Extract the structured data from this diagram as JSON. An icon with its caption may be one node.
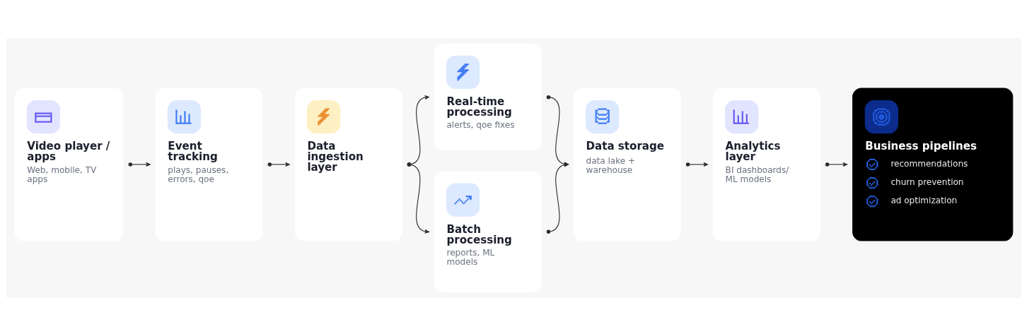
{
  "diagram": {
    "nodes": [
      {
        "text": [
          "Video player / apps",
          "Web, mobile, TV apps"
        ]
      },
      {
        "text": [
          "Event tracking",
          "plays, pauses, errors, qoe"
        ]
      },
      {
        "text": [
          "Data ingestion layer"
        ]
      },
      {
        "text": [
          "Real-time processing",
          "alerts, qoe fixes"
        ]
      },
      {
        "text": [
          "Batch processing",
          "reports, ML models"
        ]
      },
      {
        "text": [
          "Data storage",
          "data lake + warehouse"
        ]
      },
      {
        "text": [
          "Analytics layer",
          "BI dashboards/ ML models"
        ]
      },
      {
        "text": [
          "Business pipelines",
          "recommendations",
          "churn prevention",
          "ad optimization"
        ]
      }
    ],
    "edges": [
      {
        "from": 0,
        "to": 1,
        "arrow": "to"
      },
      {
        "from": 1,
        "to": 2,
        "arrow": "to"
      },
      {
        "from": 2,
        "to": 3,
        "arrow": "to"
      },
      {
        "from": 2,
        "to": 4,
        "arrow": "to"
      },
      {
        "from": 3,
        "to": 5,
        "arrow": "to"
      },
      {
        "from": 4,
        "to": 5,
        "arrow": "to"
      },
      {
        "from": 5,
        "to": 6,
        "arrow": "to"
      },
      {
        "from": 6,
        "to": 7,
        "arrow": "to"
      }
    ]
  }
}
